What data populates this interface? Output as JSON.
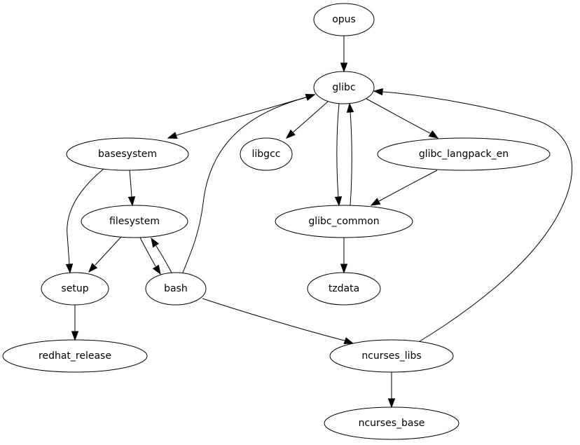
{
  "graph": {
    "type": "directed-dependency-graph",
    "nodes": [
      {
        "id": "opus",
        "label": "opus"
      },
      {
        "id": "glibc",
        "label": "glibc"
      },
      {
        "id": "basesystem",
        "label": "basesystem"
      },
      {
        "id": "libgcc",
        "label": "libgcc"
      },
      {
        "id": "glibc_langpack_en",
        "label": "glibc_langpack_en"
      },
      {
        "id": "filesystem",
        "label": "filesystem"
      },
      {
        "id": "glibc_common",
        "label": "glibc_common"
      },
      {
        "id": "setup",
        "label": "setup"
      },
      {
        "id": "bash",
        "label": "bash"
      },
      {
        "id": "tzdata",
        "label": "tzdata"
      },
      {
        "id": "redhat_release",
        "label": "redhat_release"
      },
      {
        "id": "ncurses_libs",
        "label": "ncurses_libs"
      },
      {
        "id": "ncurses_base",
        "label": "ncurses_base"
      }
    ],
    "edges": [
      {
        "from": "opus",
        "to": "glibc"
      },
      {
        "from": "glibc",
        "to": "basesystem"
      },
      {
        "from": "glibc",
        "to": "libgcc"
      },
      {
        "from": "glibc",
        "to": "glibc_common"
      },
      {
        "from": "glibc_common",
        "to": "glibc"
      },
      {
        "from": "glibc",
        "to": "glibc_langpack_en"
      },
      {
        "from": "glibc_langpack_en",
        "to": "glibc_common"
      },
      {
        "from": "glibc_common",
        "to": "tzdata"
      },
      {
        "from": "basesystem",
        "to": "filesystem"
      },
      {
        "from": "basesystem",
        "to": "setup"
      },
      {
        "from": "filesystem",
        "to": "setup"
      },
      {
        "from": "filesystem",
        "to": "bash"
      },
      {
        "from": "bash",
        "to": "filesystem"
      },
      {
        "from": "bash",
        "to": "glibc"
      },
      {
        "from": "bash",
        "to": "ncurses_libs"
      },
      {
        "from": "setup",
        "to": "redhat_release"
      },
      {
        "from": "ncurses_libs",
        "to": "glibc"
      },
      {
        "from": "ncurses_libs",
        "to": "ncurses_base"
      }
    ]
  }
}
